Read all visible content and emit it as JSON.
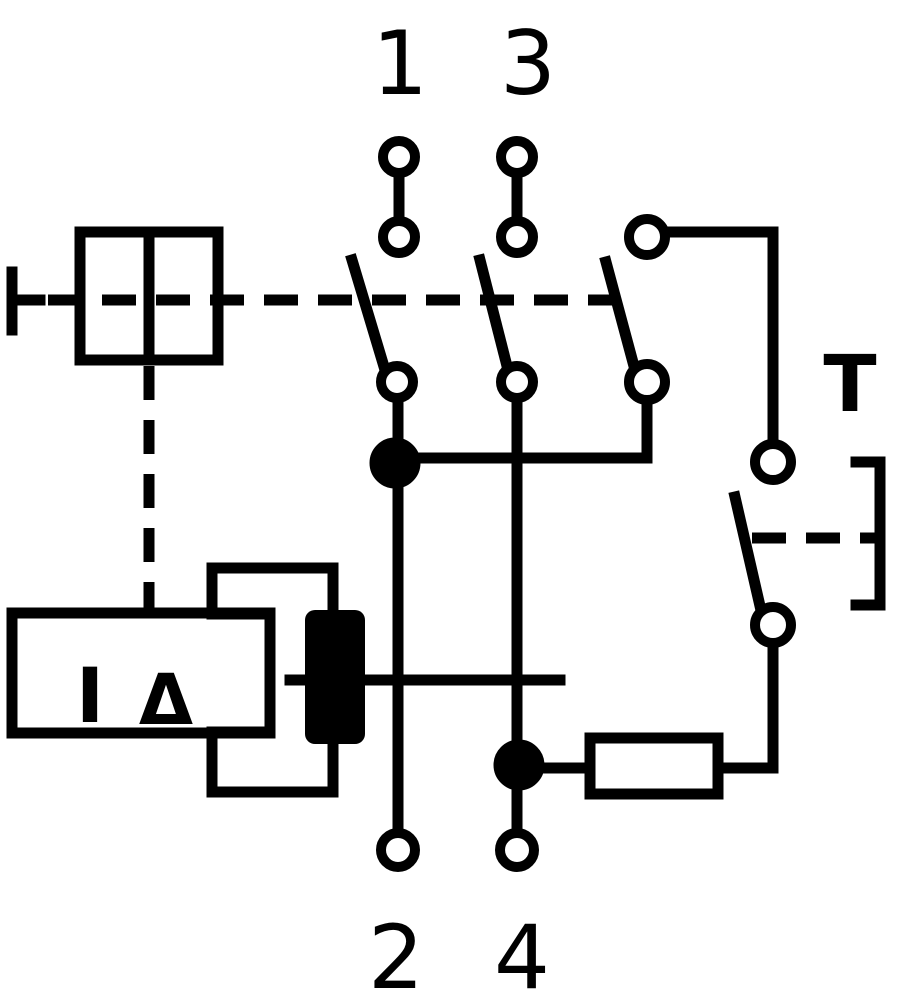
{
  "diagram": {
    "terminal_top_left": "1",
    "terminal_top_right": "3",
    "terminal_bottom_left": "2",
    "terminal_bottom_right": "4",
    "test_button_label": "T",
    "trip_unit_current": "I",
    "trip_unit_delta": "Δ"
  }
}
